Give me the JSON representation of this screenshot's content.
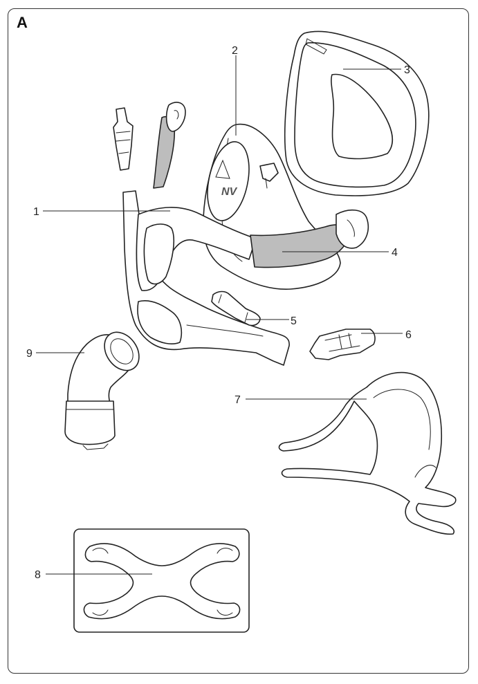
{
  "figure": {
    "panel_letter": "A",
    "device_badge": "NV",
    "callouts": [
      {
        "id": "1",
        "label": "1",
        "part": "frame"
      },
      {
        "id": "2",
        "label": "2",
        "part": "cushion-shell"
      },
      {
        "id": "3",
        "label": "3",
        "part": "cushion"
      },
      {
        "id": "4",
        "label": "4",
        "part": "top-strap-pad"
      },
      {
        "id": "5",
        "label": "5",
        "part": "clip"
      },
      {
        "id": "6",
        "label": "6",
        "part": "headgear-clip"
      },
      {
        "id": "7",
        "label": "7",
        "part": "headgear"
      },
      {
        "id": "8",
        "label": "8",
        "part": "strap-sheet"
      },
      {
        "id": "9",
        "label": "9",
        "part": "elbow"
      }
    ]
  }
}
